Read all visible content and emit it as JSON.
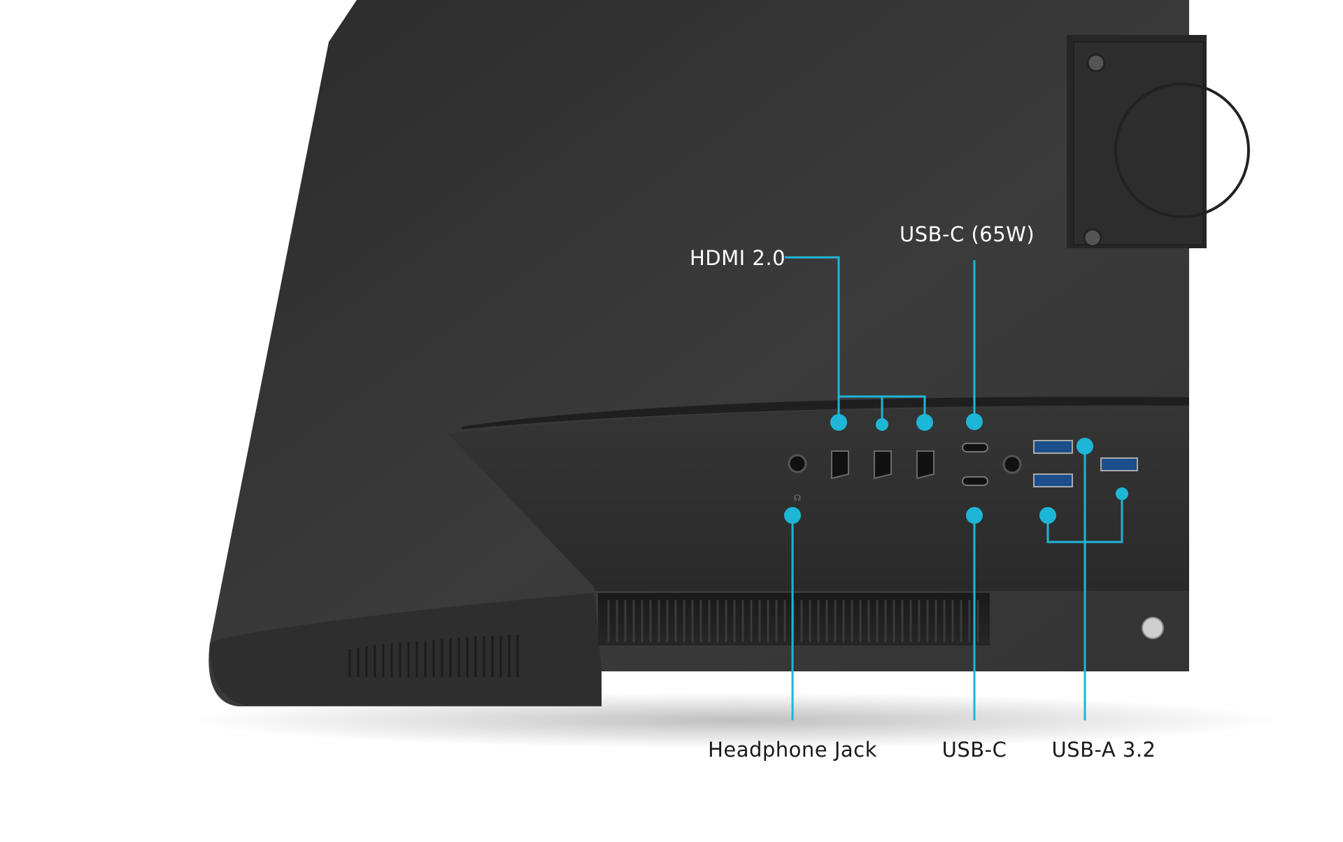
{
  "colors": {
    "accent": "#1eb6d6",
    "body_dark": "#2a2a2a",
    "body_mid": "#3a3a3a",
    "label_on_dark": "#ffffff",
    "label_on_light": "#1a1a1a",
    "background": "#ffffff"
  },
  "callouts": {
    "hdmi": "HDMI 2.0",
    "usbc_65w": "USB-C (65W)",
    "headphone": "Headphone Jack",
    "usbc": "USB-C",
    "usba": "USB-A 3.2"
  },
  "ports": {
    "hdmi_count": 3,
    "usbc_count": 2,
    "usba_count": 3
  }
}
